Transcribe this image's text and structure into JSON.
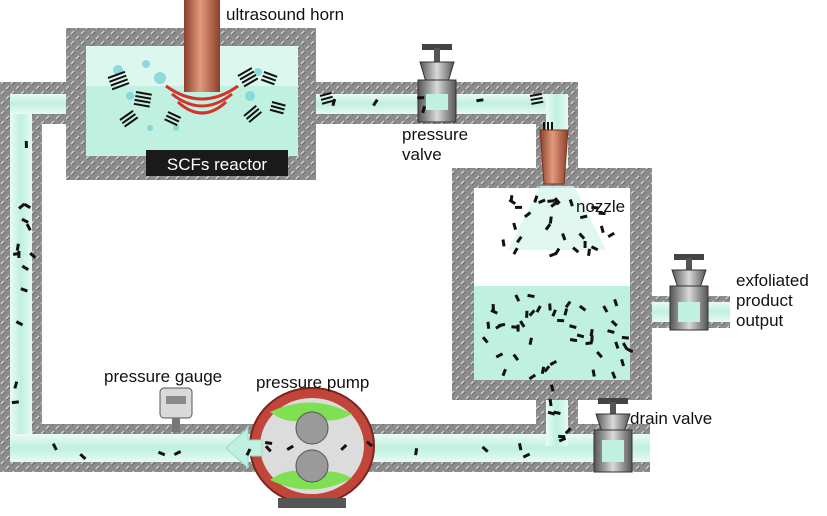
{
  "labels": {
    "ultrasound_horn": "ultrasound horn",
    "scfs_reactor": "SCFs reactor",
    "pressure_valve_line1": "pressure",
    "pressure_valve_line2": "valve",
    "nozzle": "nozzle",
    "exfoliated_line1": "exfoliated",
    "exfoliated_line2": "product",
    "exfoliated_line3": "output",
    "pressure_gauge": "pressure gauge",
    "pressure_pump": "pressure pump",
    "drain_valve": "drain valve"
  },
  "colors": {
    "fluid": "#bff0e0",
    "fluid_edge": "#e8fbf4",
    "steel": "#8c8c8c",
    "steel_dark": "#5e5e5e",
    "horn": "#c9735a",
    "flake": "#111111",
    "pump_green": "#7ee052",
    "pump_red": "#c2453a"
  },
  "icons": {
    "pressure_valve": "gate-valve-icon",
    "exfoliated_valve": "gate-valve-icon",
    "drain_valve": "gate-valve-icon",
    "pressure_gauge": "pressure-gauge-icon",
    "pressure_pump": "lobe-pump-icon",
    "ultrasound_horn": "ultrasound-horn-icon",
    "nozzle": "nozzle-icon"
  }
}
